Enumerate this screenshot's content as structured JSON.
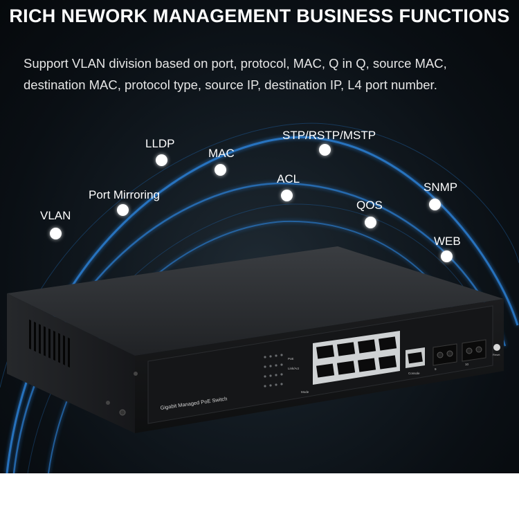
{
  "header": {
    "title": "RICH NEWORK MANAGEMENT BUSINESS FUNCTIONS",
    "description": "Support VLAN division based on port, protocol, MAC, Q in Q, source MAC, destination MAC, protocol type, source IP, destination IP, L4 port number."
  },
  "features": [
    {
      "label": "VLAN"
    },
    {
      "label": "Port Mirroring"
    },
    {
      "label": "LLDP"
    },
    {
      "label": "MAC"
    },
    {
      "label": "ACL"
    },
    {
      "label": "STP/RSTP/MSTP"
    },
    {
      "label": "QOS"
    },
    {
      "label": "SNMP"
    },
    {
      "label": "WEB"
    }
  ],
  "device": {
    "model_label": "Gigabit Managed PoE Switch",
    "console_label": "Console",
    "mode_label": "Mode",
    "poe_label": "PoE",
    "link_label": "Link/Act",
    "reset_label": "Reset",
    "sfp1_label": "9",
    "sfp2_label": "10"
  },
  "colors": {
    "background": "#0a0f14",
    "accent_arc": "#2e84d8",
    "text": "#ffffff",
    "bottom_bar": "#ffffff"
  }
}
